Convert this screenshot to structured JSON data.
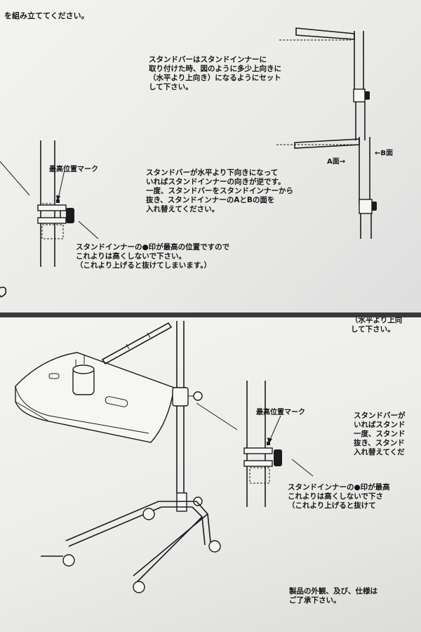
{
  "top_photo": {
    "header_fragment": "を組み立ててください。",
    "instruction_up": [
      "スタンドバーはスタンドインナーに",
      "取り付けた時、図のように多少上向きに",
      "（水平より上向き）になるようにセット",
      "して下さい。"
    ],
    "instruction_down": [
      "スタンドバーが水平より下向きになって",
      "いればスタンドインナーの向きが逆です。",
      "一度、スタンドバーをスタンドインナーから",
      "抜き、スタンドインナーのAとBの面を",
      "入れ替えてください。"
    ],
    "max_mark_label": "最高位置マーク",
    "face_a_label": "A面→",
    "face_b_label": "←B面",
    "warning": [
      "スタンドインナーの●印が最高の位置ですので",
      "これよりは高くしないで下さい。",
      "（これより上げると抜けてしまいます。）"
    ]
  },
  "bottom_photo": {
    "partial_top": [
      "（水平より上向",
      "して下さい。"
    ],
    "max_mark_label": "最高位置マーク",
    "partial_right": [
      "スタンドバーが",
      "いればスタンド",
      "一度、スタンド",
      "抜き、スタンド",
      "入れ替えてくだ"
    ],
    "warning_partial": [
      "スタンドインナーの●印が最高",
      "これよりは高くしないで下さ",
      "（これより上げると抜けて"
    ],
    "footer_partial": [
      "製品の外観、及び、仕様は",
      "ご了承下さい。"
    ]
  }
}
